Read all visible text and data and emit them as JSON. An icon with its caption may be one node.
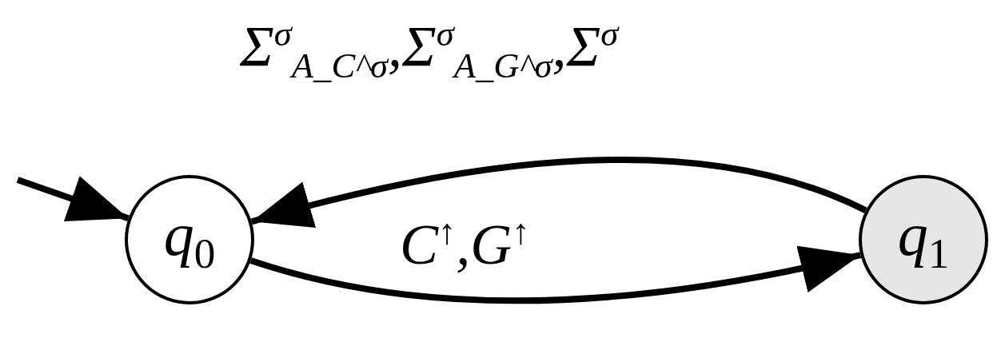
{
  "diagram": {
    "nodes": [
      {
        "text": [
          "q$_{0}$"
        ]
      },
      {
        "text": [
          "q$_{1}$"
        ]
      }
    ],
    "edges": [
      {
        "from": null,
        "to": 0,
        "arrow": "to"
      },
      {
        "from": 1,
        "to": 0,
        "arrow": "to",
        "label": "Σ$^{σ}$$_{A_C^σ}$,Σ$^{σ}$$_{A_G^σ}$,Σ$^{σ}$"
      },
      {
        "from": 0,
        "to": 1,
        "arrow": "to",
        "label": "C$^{↑}$,G$^{↑}$"
      }
    ]
  }
}
